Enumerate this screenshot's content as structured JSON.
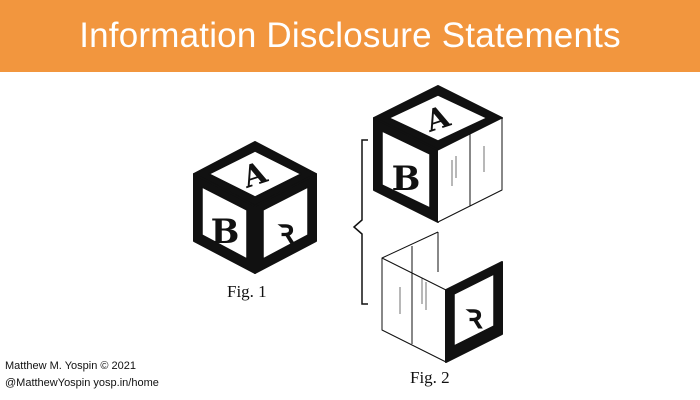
{
  "slide": {
    "title": "Information Disclosure Statements",
    "fig1_caption": "Fig. 1",
    "fig2_caption": "Fig. 2",
    "credit_line1": "Matthew M. Yospin © 2021",
    "credit_line2": "@MatthewYospin  yosp.in/home"
  },
  "blocks": {
    "top_letter": "A",
    "front_letter": "B",
    "side_letter": "ꝛ"
  },
  "colors": {
    "header_bg": "#f2963e",
    "header_text": "#ffffff",
    "ink": "#111111"
  }
}
